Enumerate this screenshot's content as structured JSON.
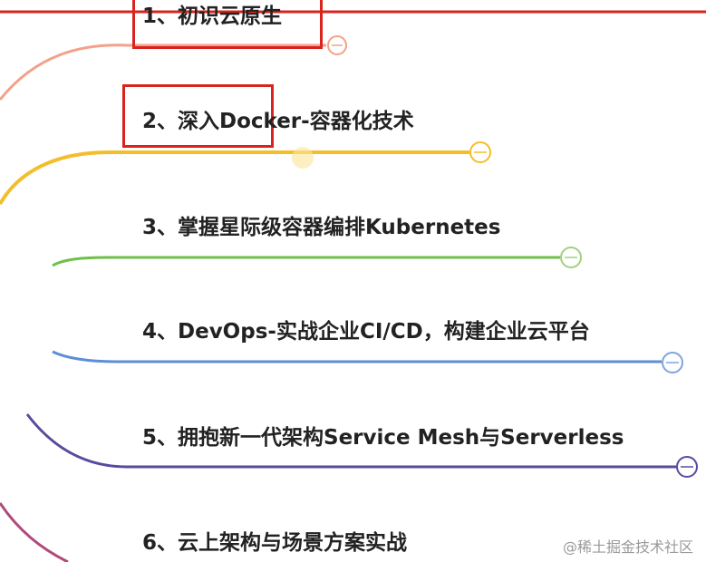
{
  "colors": {
    "highlight_red": "#d9231d",
    "text": "#222222",
    "item_lines": [
      "#f4a08a",
      "#f4bd2a",
      "#6fbf4b",
      "#5b8fd6",
      "#5a4a9e",
      "#b04a7a"
    ]
  },
  "items": [
    {
      "label": "1、初识云原生"
    },
    {
      "label": "2、深入Docker-容器化技术"
    },
    {
      "label": "3、掌握星际级容器编排Kubernetes"
    },
    {
      "label": "4、DevOps-实战企业CI/CD，构建企业云平台"
    },
    {
      "label": "5、拥抱新一代架构Service Mesh与Serverless"
    },
    {
      "label": "6、云上架构与场景方案实战"
    }
  ],
  "watermark": "@稀土掘金技术社区"
}
